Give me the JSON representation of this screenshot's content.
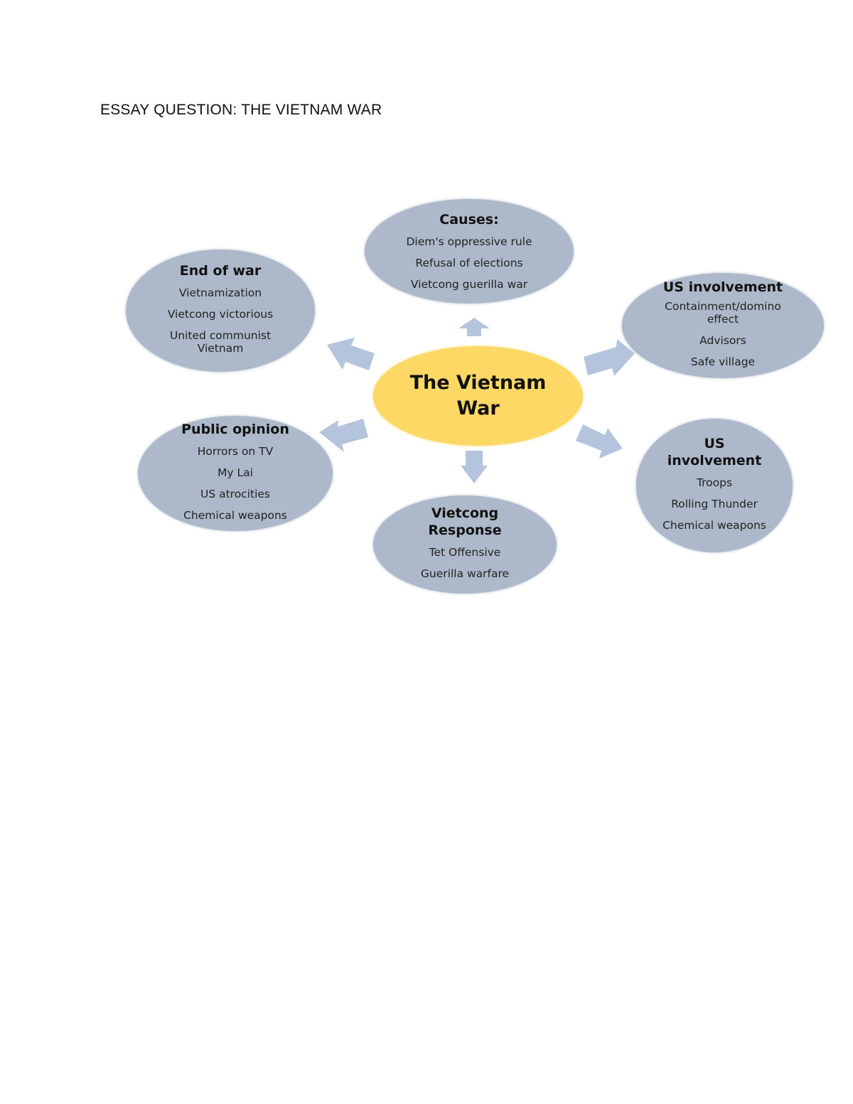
{
  "heading": "ESSAY QUESTION: THE VIETNAM WAR",
  "center": {
    "title_line1": "The Vietnam",
    "title_line2": "War"
  },
  "colors": {
    "center_fill": "#fdd865",
    "node_fill": "#adb9ca",
    "arrow_fill": "#b4c4dd"
  },
  "nodes": {
    "causes": {
      "title": "Causes:",
      "items": [
        "Diem's oppressive rule",
        "Refusal of elections",
        "Vietcong guerilla war"
      ]
    },
    "end_of_war": {
      "title": "End of war",
      "items": [
        "Vietnamization",
        "Vietcong victorious",
        "United communist Vietnam"
      ]
    },
    "us_involvement_1": {
      "title": "US involvement",
      "items": [
        "Containment/domino effect",
        "Advisors",
        "Safe village"
      ]
    },
    "public_opinion": {
      "title": "Public opinion",
      "items": [
        "Horrors on TV",
        "My Lai",
        "US atrocities",
        "Chemical weapons"
      ]
    },
    "us_involvement_2": {
      "title_line1": "US",
      "title_line2": "involvement",
      "items": [
        "Troops",
        "Rolling Thunder",
        "Chemical weapons"
      ]
    },
    "vietcong_response": {
      "title_line1": "Vietcong",
      "title_line2": "Response",
      "items": [
        "Tet Offensive",
        "Guerilla warfare"
      ]
    }
  }
}
